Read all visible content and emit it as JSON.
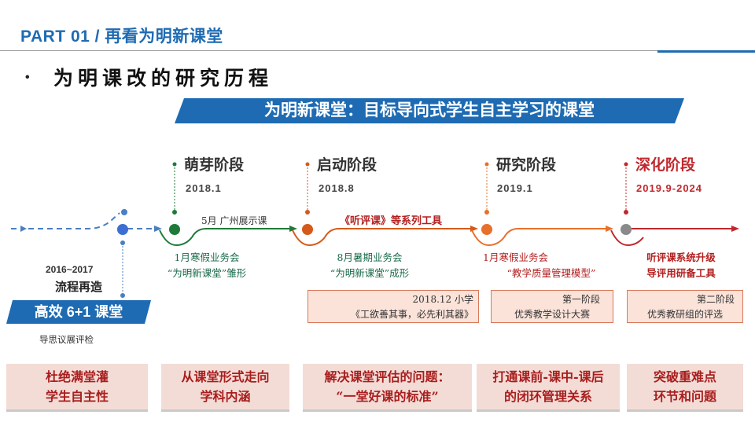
{
  "header": {
    "title": "PART 01 / 再看为明新课堂"
  },
  "section": {
    "bullet": "•",
    "subtitle": "为明课改的研究历程"
  },
  "banner": {
    "text": "为明新课堂：目标导向式学生自主学习的课堂"
  },
  "origin": {
    "years": "2016~2017",
    "label": "流程再造",
    "tag": "高效 6+1 课堂",
    "caption": "导思议展评检"
  },
  "stages": [
    {
      "name": "萌芽阶段",
      "date": "2018.1",
      "arrow_label": "5月 广州展示课",
      "note_line1": "1月寒假业务会",
      "note_line2": "“为明新课堂”雏形"
    },
    {
      "name": "启动阶段",
      "date": "2018.8",
      "arrow_label": "《听评课》等系列工具",
      "note_line1": "8月暑期业务会",
      "note_line2": "“为明新课堂”成形",
      "box_line1": "2018.12 小学",
      "box_line2": "《工欲善其事，必先利其器》"
    },
    {
      "name": "研究阶段",
      "date": "2019.1",
      "note_line1": "1月寒假业务会",
      "note_line2": "“教学质量管理模型”",
      "box_line1": "第一阶段",
      "box_line2": "优秀教学设计大赛"
    },
    {
      "name": "深化阶段",
      "date": "2019.9-2024",
      "note_line1": "听评课系统升级",
      "note_line2": "导评用研备工具",
      "box_line1": "第二阶段",
      "box_line2": "优秀教研组的评选"
    }
  ],
  "goals": [
    {
      "line1": "杜绝满堂灌",
      "line2": "学生自主性"
    },
    {
      "line1": "从课堂形式走向",
      "line2": "学科内涵"
    },
    {
      "line1": "解决课堂评估的问题：",
      "line2": "“一堂好课的标准”"
    },
    {
      "line1": "打通课前-课中-课后",
      "line2": "的闭环管理关系"
    },
    {
      "line1": "突破重难点",
      "line2": "环节和问题"
    }
  ],
  "colors": {
    "brand_blue": "#1e6bb3",
    "stage1_green": "#1f7a3a",
    "stage2_orange": "#e0661f",
    "stage3_orange": "#e8702a",
    "stage4_red": "#c0282d",
    "gray_node": "#8a8a8a"
  }
}
